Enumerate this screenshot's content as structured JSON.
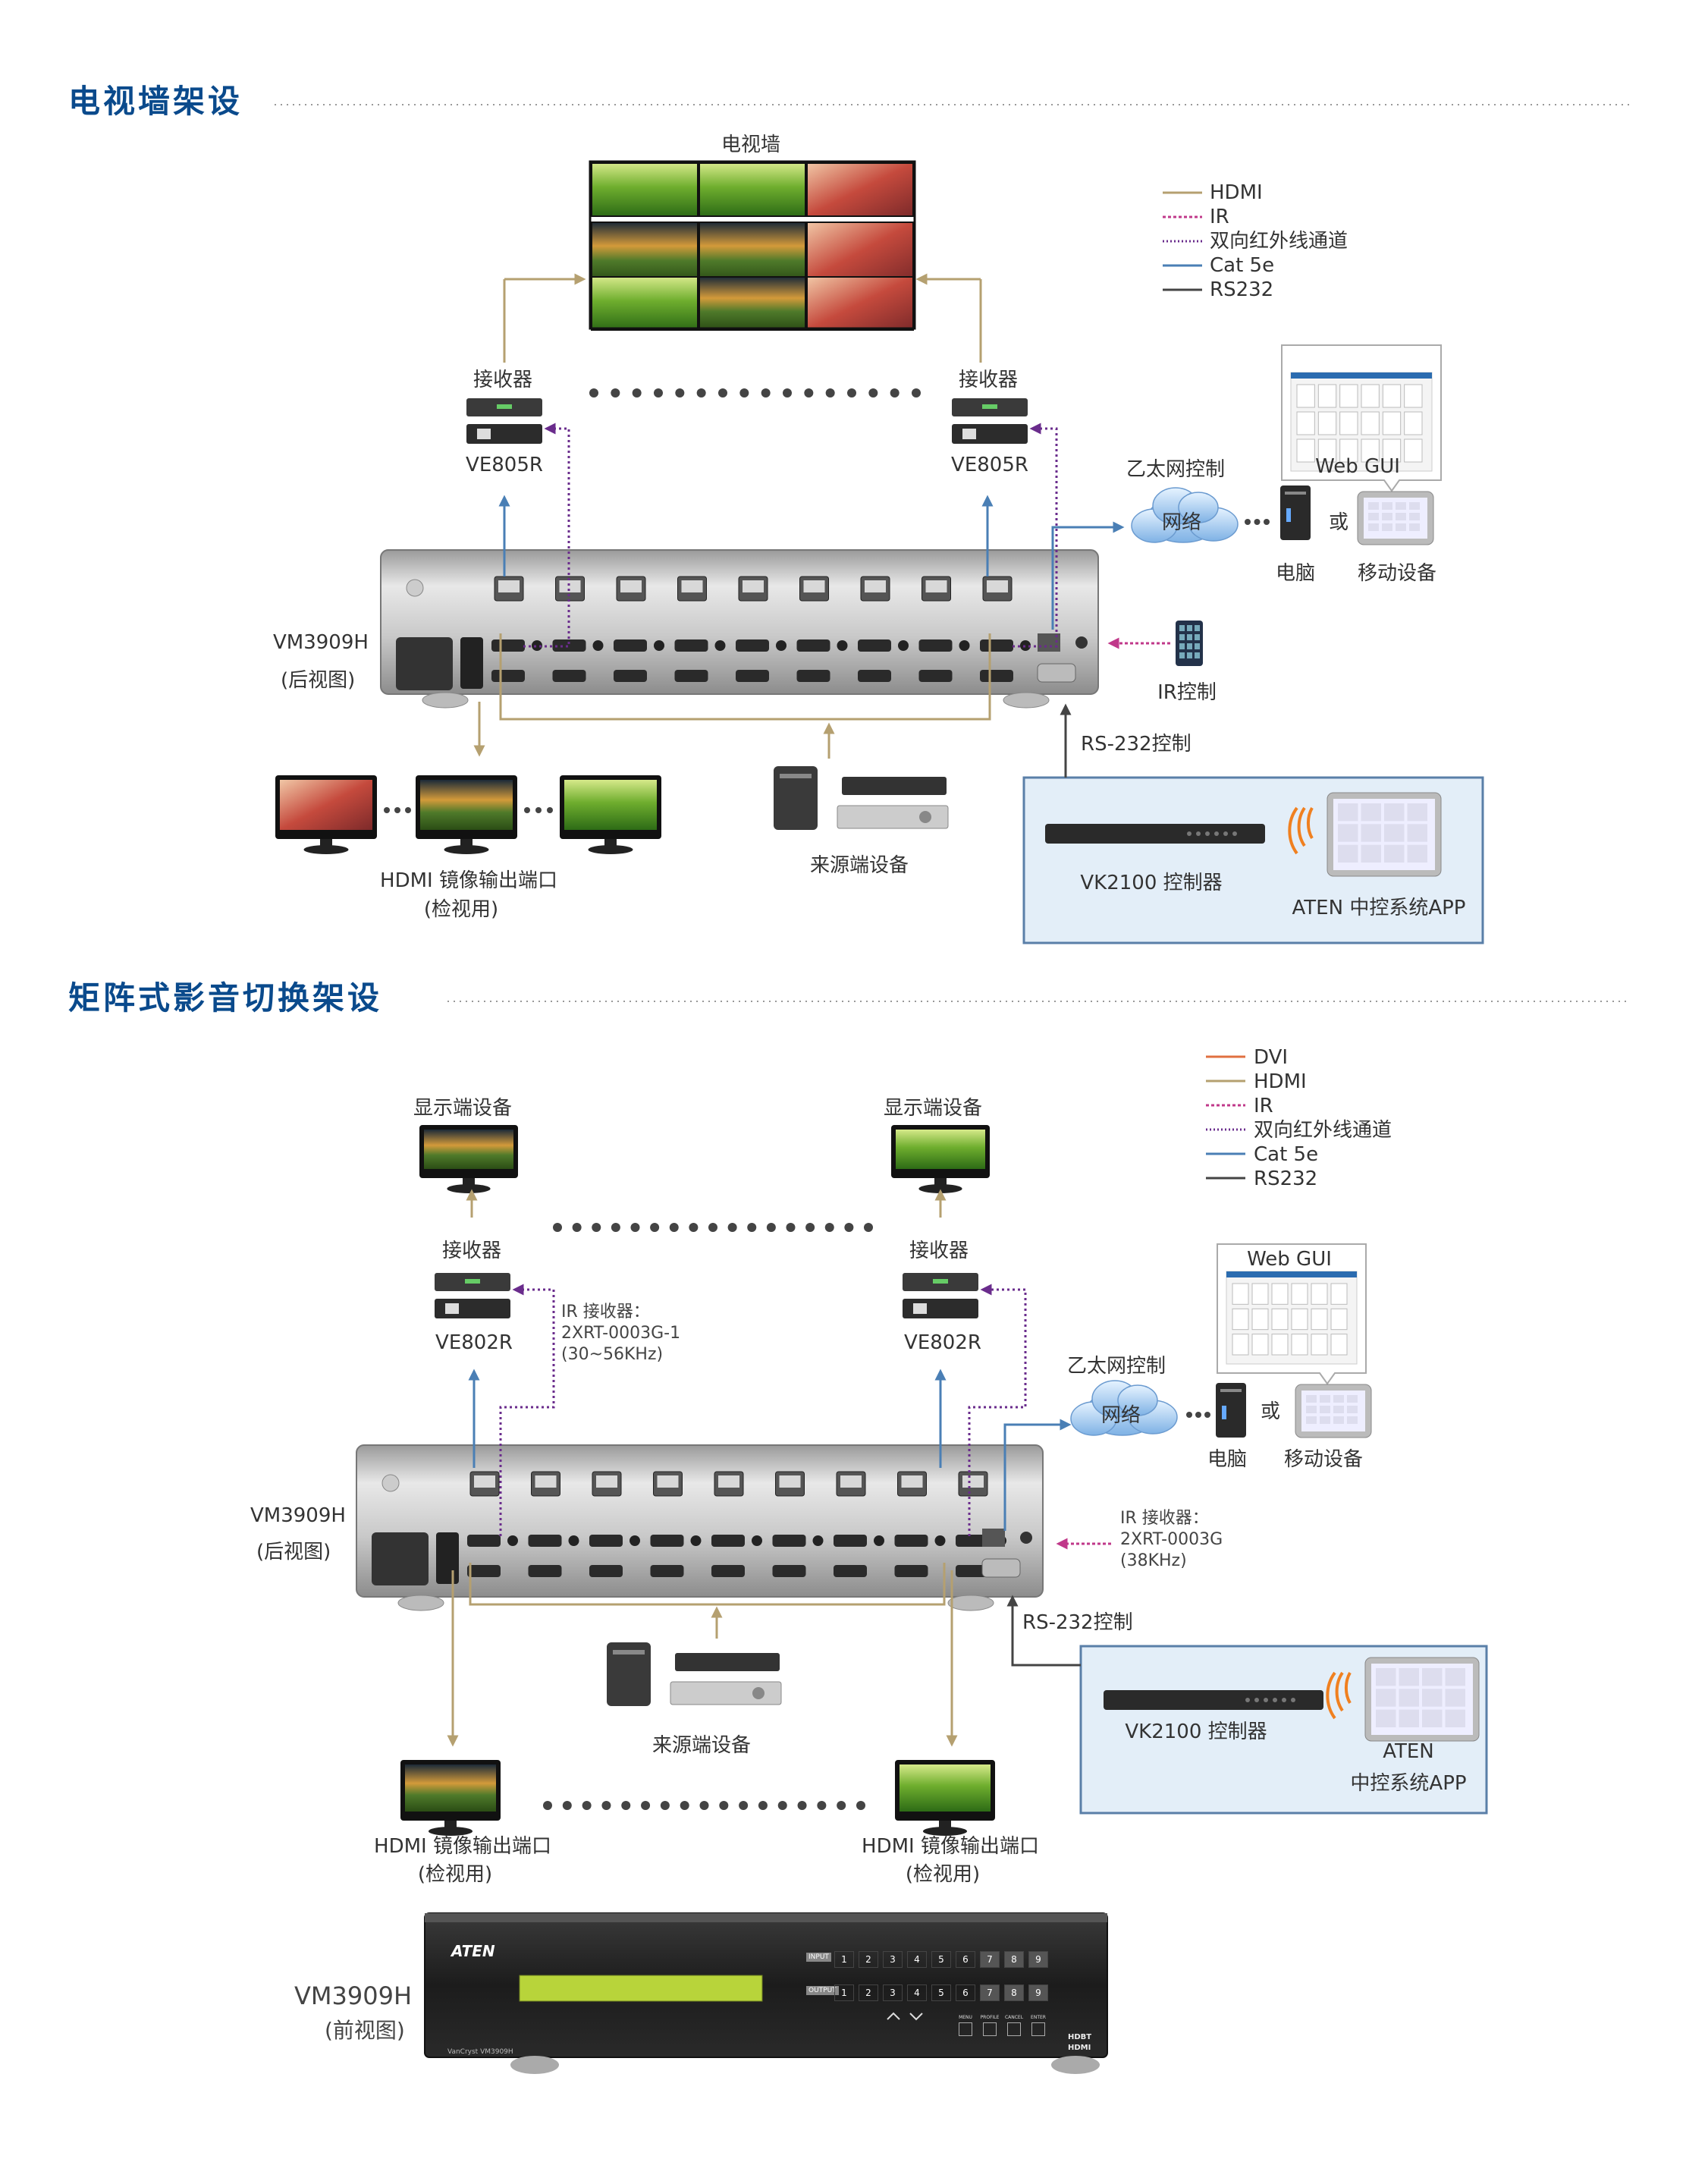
{
  "section1": {
    "title": "电视墙架设",
    "tv_wall_label": "电视墙",
    "receiver_left": {
      "label": "接收器",
      "model": "VE805R"
    },
    "receiver_right": {
      "label": "接收器",
      "model": "VE805R"
    },
    "switch": {
      "model": "VM3909H",
      "view": "(后视图)"
    },
    "ethernet": {
      "label": "乙太网控制",
      "cloud": "网络",
      "pc": "电脑",
      "or": "或",
      "mobile": "移动设备",
      "webgui": "Web GUI"
    },
    "ir_control": "IR控制",
    "rs232": "RS-232控制",
    "mirror": {
      "line1": "HDMI 镜像输出端口",
      "line2": "(检视用)"
    },
    "source": "来源端设备",
    "controller": "VK2100 控制器",
    "app": "ATEN 中控系统APP"
  },
  "legend1": [
    "HDMI",
    "IR",
    "双向红外线通道",
    "Cat 5e",
    "RS232"
  ],
  "section2": {
    "title": "矩阵式影音切换架设",
    "display_left": "显示端设备",
    "display_right": "显示端设备",
    "receiver_left": {
      "label": "接收器",
      "model": "VE802R"
    },
    "receiver_right": {
      "label": "接收器",
      "model": "VE802R"
    },
    "ir_receiver_1": [
      "IR 接收器：",
      "2XRT-0003G-1",
      "(30~56KHz)"
    ],
    "ir_receiver_2": [
      "IR 接收器：",
      "2XRT-0003G",
      "(38KHz)"
    ],
    "switch": {
      "model": "VM3909H",
      "view": "(后视图)"
    },
    "ethernet": {
      "label": "乙太网控制",
      "cloud": "网络",
      "pc": "电脑",
      "or": "或",
      "mobile": "移动设备",
      "webgui": "Web GUI"
    },
    "rs232": "RS-232控制",
    "source": "来源端设备",
    "controller": "VK2100 控制器",
    "app_line1": "ATEN",
    "app_line2": "中控系统APP",
    "mirror_left": {
      "line1": "HDMI 镜像输出端口",
      "line2": "(检视用)"
    },
    "mirror_right": {
      "line1": "HDMI 镜像输出端口",
      "line2": "(检视用)"
    }
  },
  "legend2": [
    "DVI",
    "HDMI",
    "IR",
    "双向红外线通道",
    "Cat 5e",
    "RS232"
  ],
  "front": {
    "model": "VM3909H",
    "view": "(前视图)",
    "brand": "ATEN",
    "subtitle": "VanCryst VM3909H",
    "input_tag": "INPUT",
    "output_tag": "OUTPUT",
    "keys": [
      "1",
      "2",
      "3",
      "4",
      "5",
      "6",
      "7",
      "8",
      "9"
    ],
    "function_keys": [
      "MENU",
      "PROFILE",
      "CANCEL",
      "ENTER"
    ],
    "hdbt": "HDBT",
    "hdmi": "HDMI"
  },
  "colors": {
    "title": "#0a4a8c",
    "hdmi": "#b5a070",
    "ir": "#c0388a",
    "ir_bidir": "#6a2c8c",
    "cat5e": "#4a7fb5",
    "rs232": "#444444",
    "dvi": "#e07040",
    "panel_bg": "#e3eef8",
    "panel_border": "#5a7fa8"
  }
}
